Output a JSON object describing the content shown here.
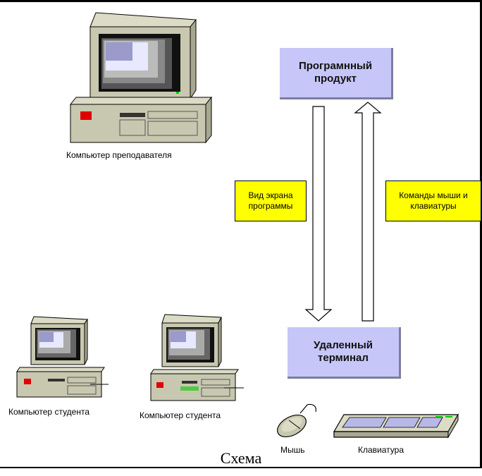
{
  "nodes": {
    "product": "Програмнный\nпродукт",
    "terminal": "Удаленный\nтерминал"
  },
  "notes": {
    "screen_view": "Вид экрана\nпрограммы",
    "mouse_keyboard_commands": "Команды мыши и\nклавиатуры"
  },
  "devices": {
    "teacher_computer": "Компьютер преподавателя",
    "student_computer_1": "Компьютер студента",
    "student_computer_2": "Компьютер студента",
    "mouse": "Мышь",
    "keyboard": "Клавиатура"
  },
  "title": "Схема",
  "colors": {
    "node_fill": "#c6c6f8",
    "note_fill": "#ffff00",
    "device_body": "#c8c8b0"
  }
}
